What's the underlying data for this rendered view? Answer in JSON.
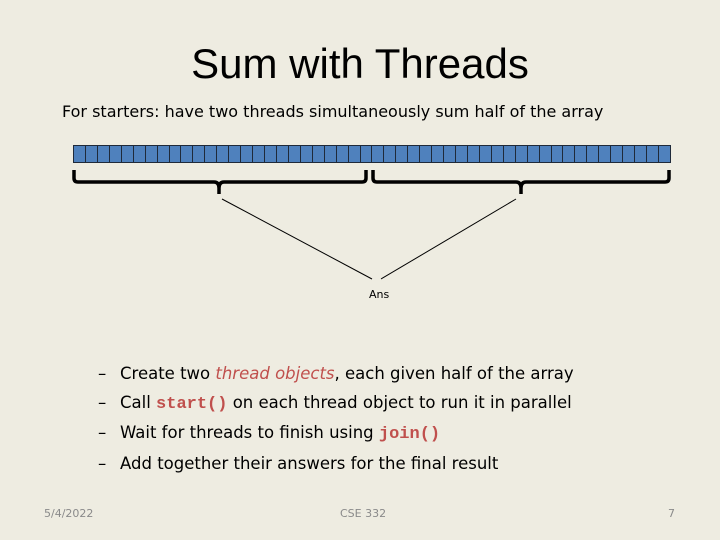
{
  "title": "Sum with Threads",
  "subtitle": "For starters:  have two threads simultaneously sum half of the array",
  "array": {
    "cell_count": 50,
    "cell_color": "#4f81bd"
  },
  "ans_label": "Ans",
  "bullets": [
    {
      "dash": "–",
      "pre": "Create two ",
      "em": "thread objects",
      "post": ", each given half of the array"
    },
    {
      "dash": "–",
      "pre": "Call ",
      "code": "start()",
      "post": " on each thread object to run it in parallel"
    },
    {
      "dash": "–",
      "pre": "Wait for threads to finish using ",
      "code": "join()"
    },
    {
      "dash": "–",
      "pre": "Add together their answers for the final result"
    }
  ],
  "footer": {
    "date": "5/4/2022",
    "course": "CSE 332",
    "page": "7"
  },
  "accent_color": "#c0504d"
}
